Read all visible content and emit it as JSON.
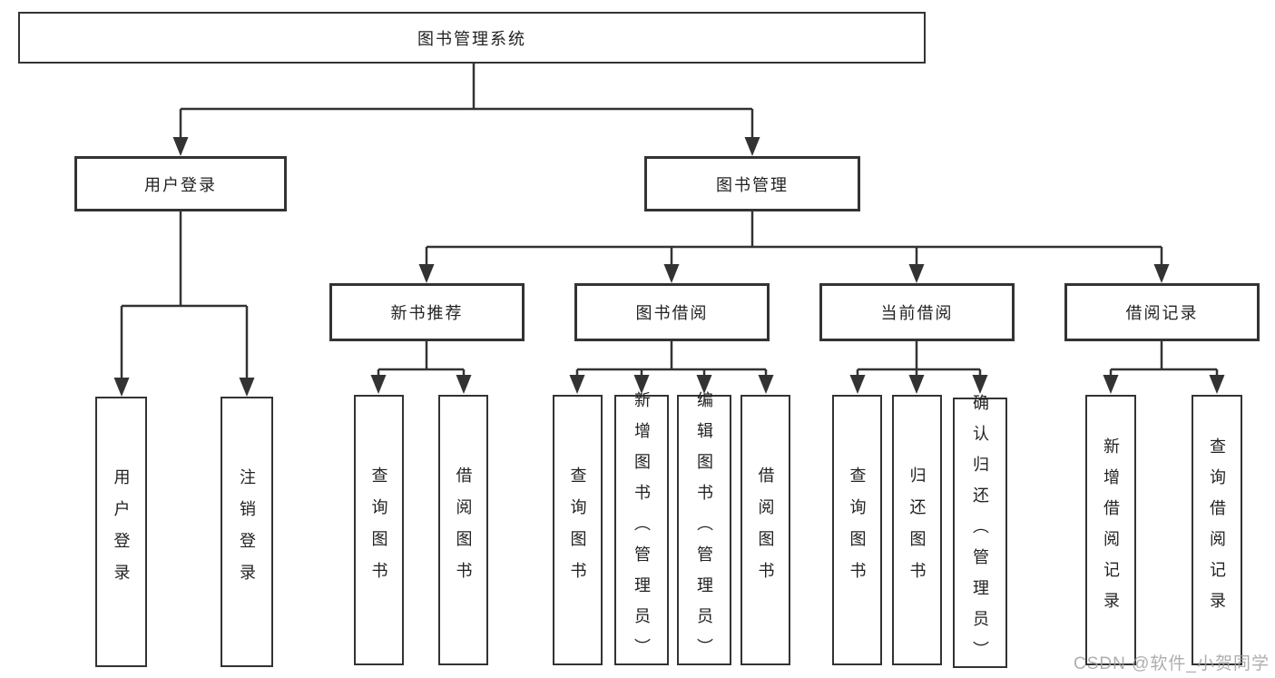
{
  "tree": {
    "label": "图书管理系统",
    "children": [
      {
        "label": "用户登录",
        "children": [
          {
            "label": "用户登录"
          },
          {
            "label": "注销登录"
          }
        ]
      },
      {
        "label": "图书管理",
        "children": [
          {
            "label": "新书推荐",
            "children": [
              {
                "label": "查询图书"
              },
              {
                "label": "借阅图书"
              }
            ]
          },
          {
            "label": "图书借阅",
            "children": [
              {
                "label": "查询图书"
              },
              {
                "label": "新增图书（管理员）"
              },
              {
                "label": "编辑图书（管理员）"
              },
              {
                "label": "借阅图书"
              }
            ]
          },
          {
            "label": "当前借阅",
            "children": [
              {
                "label": "查询图书"
              },
              {
                "label": "归还图书"
              },
              {
                "label": "确认归还（管理员）"
              }
            ]
          },
          {
            "label": "借阅记录",
            "children": [
              {
                "label": "新增借阅记录"
              },
              {
                "label": "查询借阅记录"
              }
            ]
          }
        ]
      }
    ]
  },
  "watermark": "CSDN @软件_小贺同学",
  "colors": {
    "line": "#333333",
    "box_border": "#333333",
    "text": "#222222",
    "background": "#ffffff",
    "watermark": "#a0a0a0"
  }
}
